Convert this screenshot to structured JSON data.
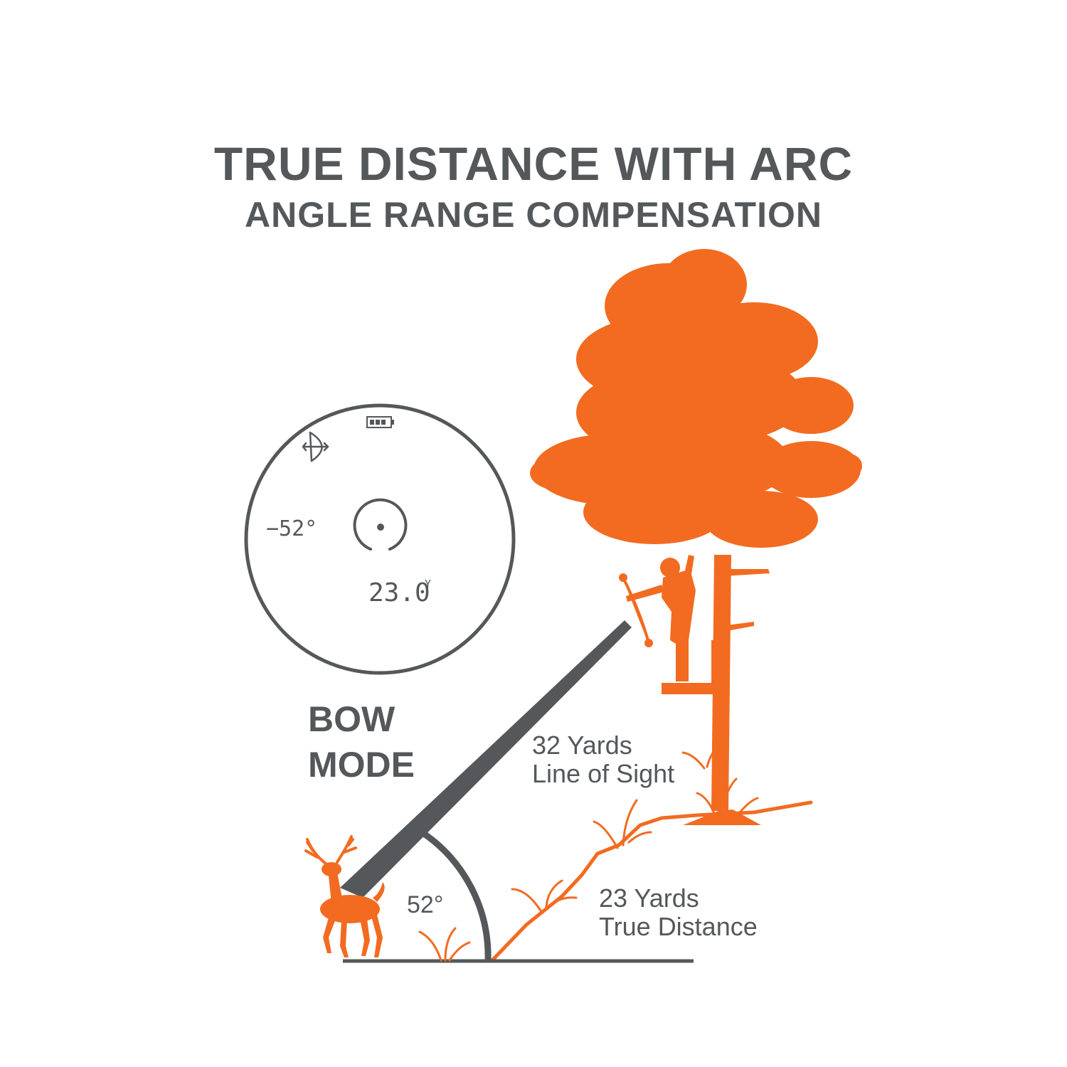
{
  "heading": {
    "title": "TRUE DISTANCE WITH ARC",
    "subtitle": "ANGLE RANGE COMPENSATION"
  },
  "rangefinder_display": {
    "angle_readout": "−52°",
    "distance_readout": "23.0",
    "distance_unit": "Y",
    "mode_icon": "bow-icon",
    "battery_icon": "battery-icon"
  },
  "mode_label": {
    "line1": "BOW",
    "line2": "MODE"
  },
  "labels": {
    "line_of_sight_yards": "32 Yards",
    "line_of_sight_caption": "Line of Sight",
    "true_distance_yards": "23 Yards",
    "true_distance_caption": "True Distance",
    "angle": "52°"
  },
  "colors": {
    "accent_orange": "#f26b21",
    "dark_gray": "#54585b",
    "background": "#ffffff"
  }
}
